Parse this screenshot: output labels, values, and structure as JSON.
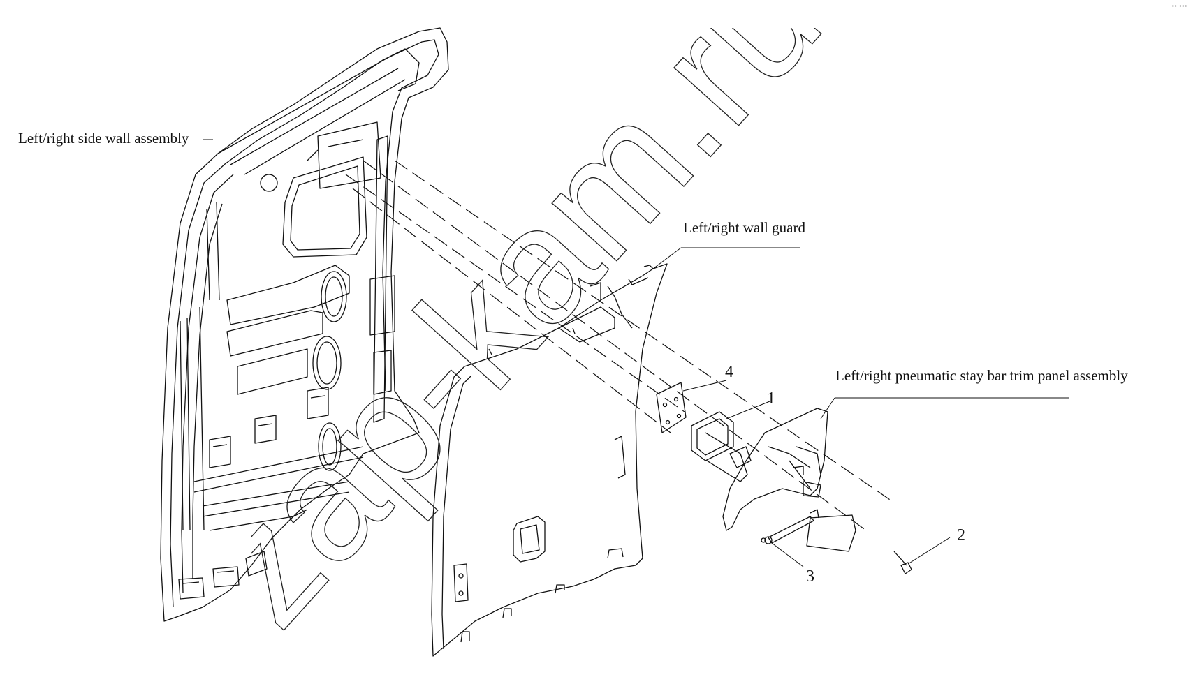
{
  "labels": {
    "side_wall": "Left/right side wall assembly",
    "wall_guard": "Left/right wall guard",
    "trim_panel": "Left/right pneumatic stay bar trim panel assembly"
  },
  "callouts": {
    "c1": "1",
    "c2": "2",
    "c3": "3",
    "c4": "4"
  },
  "watermark": "zap-kam.ru",
  "colors": {
    "line": "#111111",
    "watermark": "#222222",
    "background": "#ffffff"
  }
}
